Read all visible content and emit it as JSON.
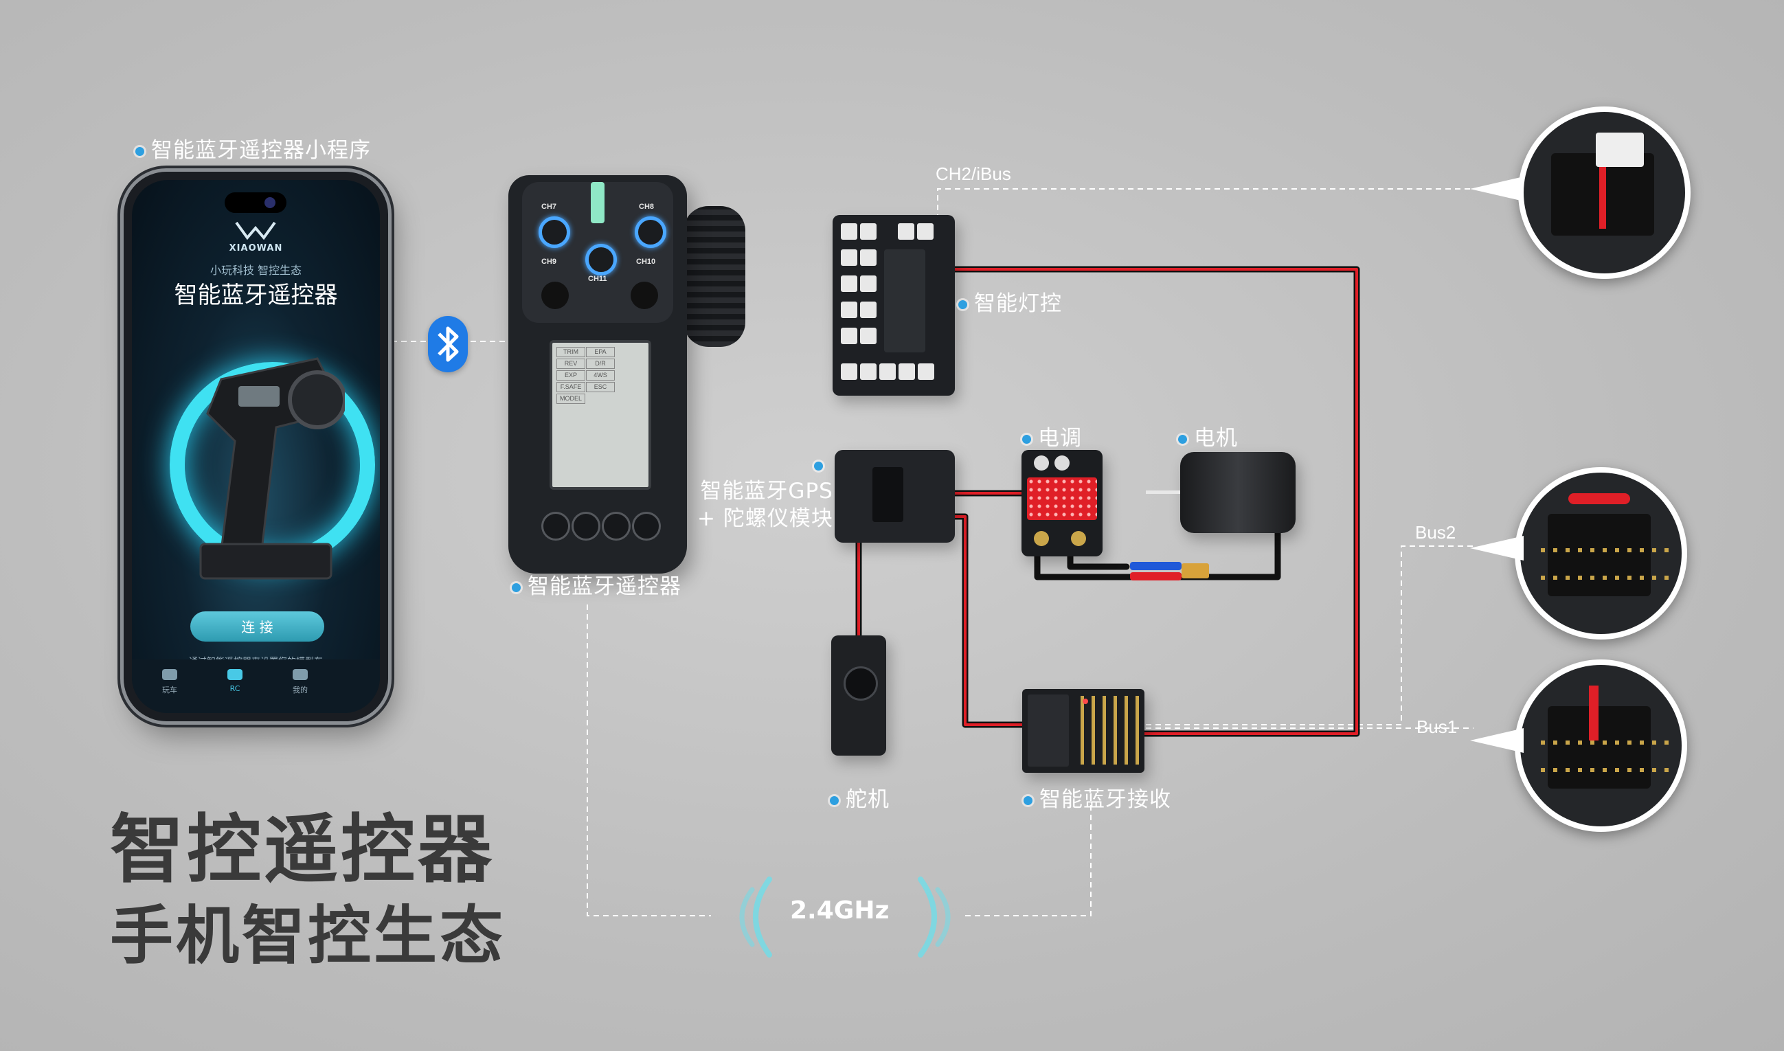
{
  "phone": {
    "caption": "智能蓝牙遥控器小程序",
    "brand": "XIAOWAN",
    "tagline": "小玩科技 智控生态",
    "app_title": "智能蓝牙遥控器",
    "connect_button": "连 接",
    "hint": "通过智能遥控器来设置您的模型车",
    "tabs": [
      {
        "label": "玩车"
      },
      {
        "label": "RC"
      },
      {
        "label": "我的"
      }
    ]
  },
  "transmitter": {
    "caption": "智能蓝牙遥控器",
    "channels": [
      "CH7",
      "CH8",
      "CH9",
      "CH10",
      "CH11"
    ],
    "menu": [
      "TRIM",
      "EPA",
      "REV",
      "D/R",
      "EXP",
      "4WS",
      "F.SAFE",
      "ESC",
      "MODEL"
    ]
  },
  "components": {
    "light": "智能灯控",
    "gps_line1": "智能蓝牙GPS",
    "gps_line2": "+ 陀螺仪模块",
    "esc": "电调",
    "motor": "电机",
    "servo": "舵机",
    "receiver": "智能蓝牙接收"
  },
  "links": {
    "ch2": "CH2/iBus",
    "bus2": "Bus2",
    "bus1": "Bus1",
    "freq": "2.4GHz"
  },
  "headline": {
    "line1": "智控遥控器",
    "line2": "手机智控生态"
  },
  "colors": {
    "accent": "#2d9fe0",
    "bluetooth": "#1f7be6",
    "wire_red": "#e01f27",
    "ring": "#3fe1f2"
  }
}
